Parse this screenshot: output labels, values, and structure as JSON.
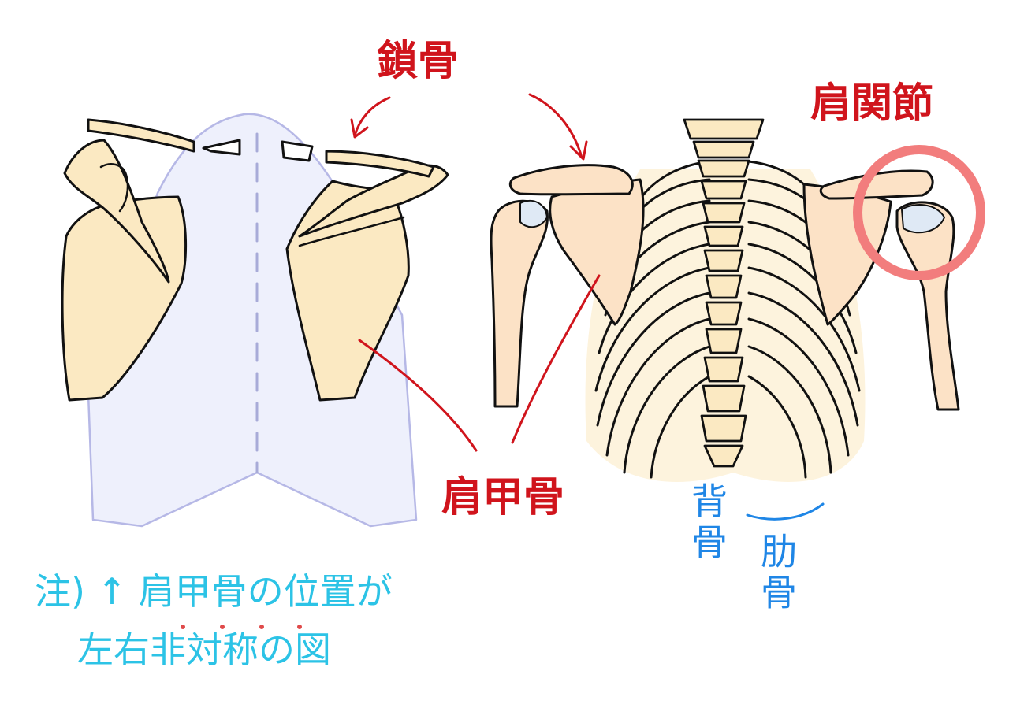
{
  "labels": {
    "clavicle": "鎖骨",
    "shoulder_joint": "肩関節",
    "scapula": "肩甲骨",
    "spine": "背骨",
    "ribs": "肋骨"
  },
  "note": {
    "line1": "注) ↑ 肩甲骨の位置が",
    "line2": "左右非対称の図"
  },
  "colors": {
    "label_red": "#d0141c",
    "label_blue": "#1f86e6",
    "note_cyan": "#2cc3e6",
    "bone_fill": "#fbe9c2",
    "torso_fill": "#eef0fc",
    "joint_circle": "#f27d7d"
  }
}
